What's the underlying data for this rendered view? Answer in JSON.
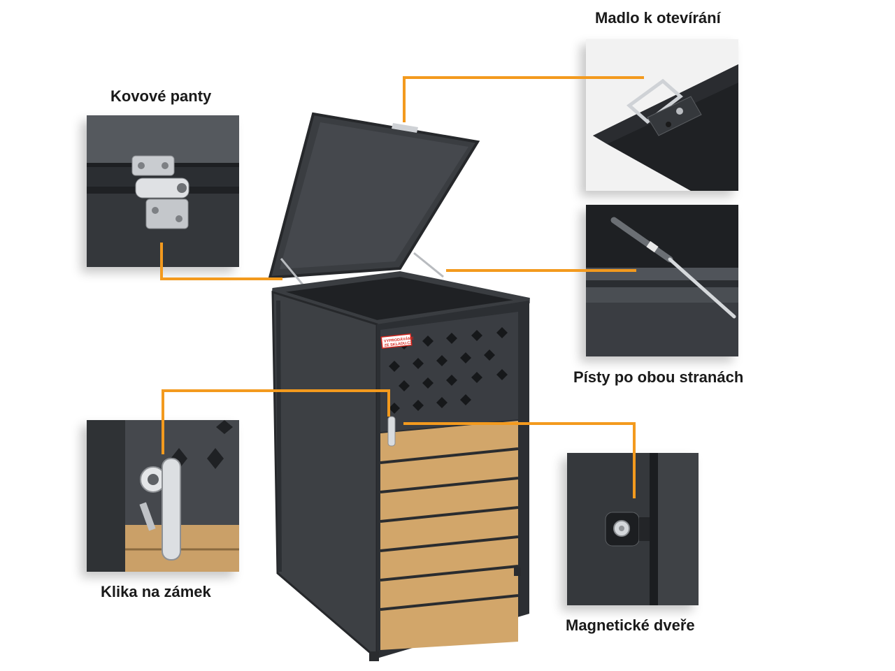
{
  "labels": {
    "handle": "Madlo k otevírání",
    "hinges": "Kovové panty",
    "pistons": "Písty po obou stranách",
    "lock": "Klika na zámek",
    "magnet": "Magnetické dveře"
  },
  "sticker": {
    "line1": "VYPRODÁVÁME",
    "line2": "ZE SKLADU.CZ"
  },
  "colors": {
    "accent": "#f39a1e",
    "metal": "#3c3f43",
    "metal_dark": "#26282b",
    "wood": "#d2a66a",
    "sticker": "#d7261e"
  }
}
